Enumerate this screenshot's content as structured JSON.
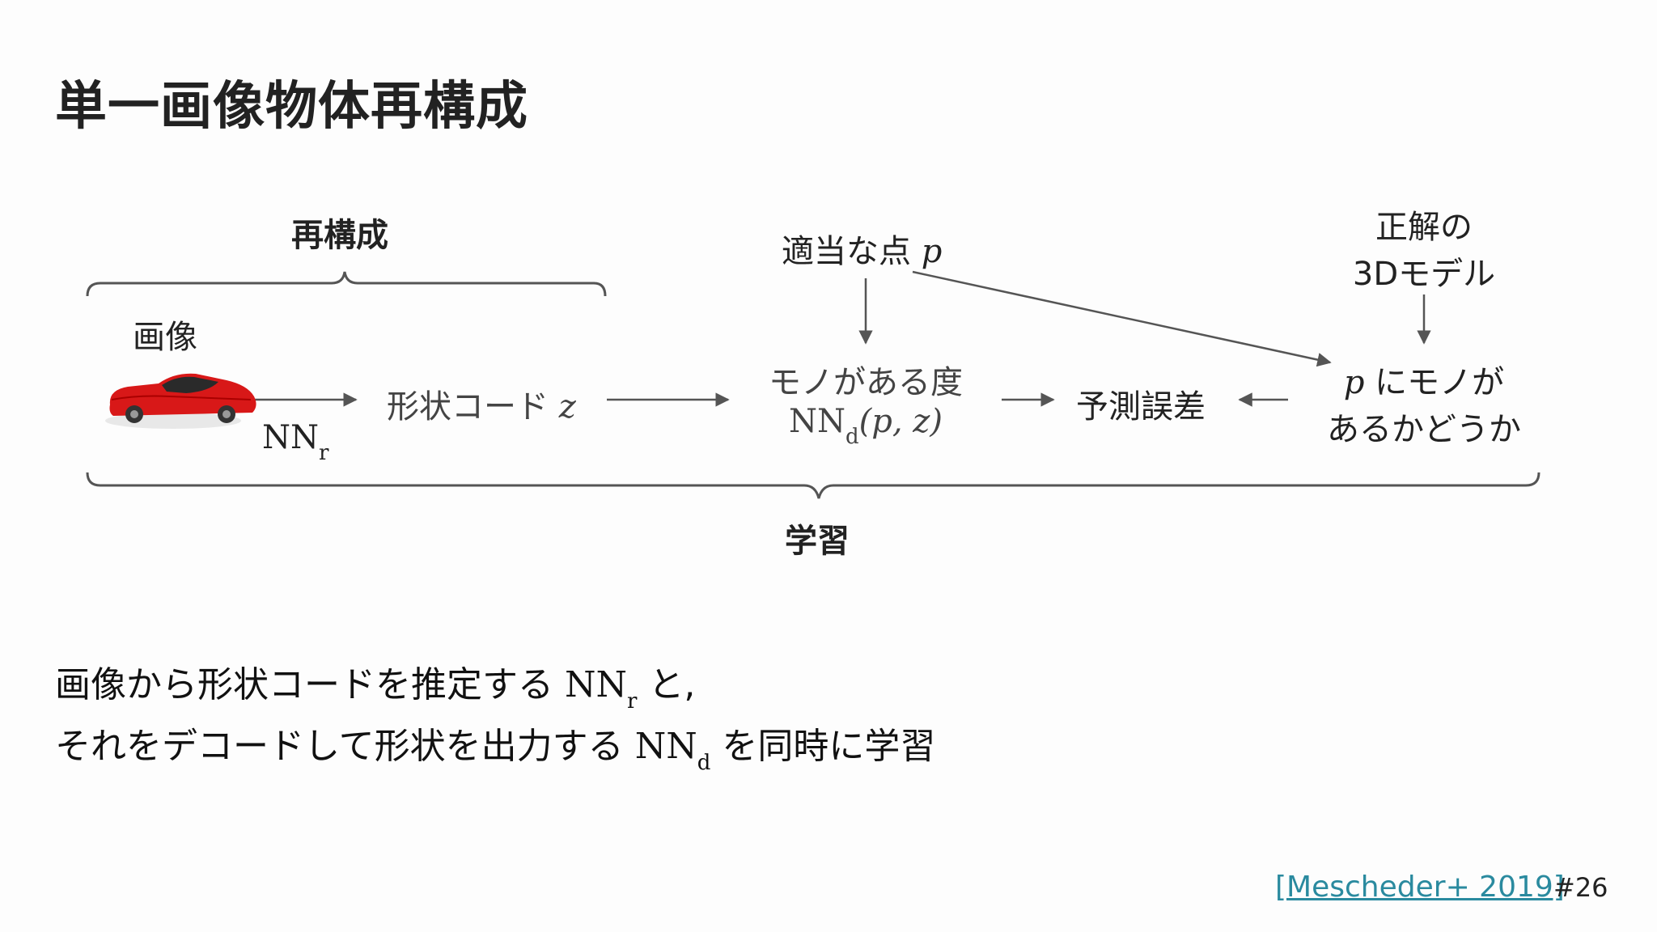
{
  "title": "単一画像物体再構成",
  "diagram": {
    "reconstruction_label": "再構成",
    "learning_label": "学習",
    "image_label": "画像",
    "nn_r": {
      "base": "NN",
      "sub": "r"
    },
    "shape_code": {
      "text": "形状コード",
      "var": "z"
    },
    "random_point": {
      "text": "適当な点",
      "var": "p"
    },
    "occupancy": {
      "line1": "モノがある度",
      "base": "NN",
      "sub": "d",
      "args": "(p, z)"
    },
    "prediction_error": "予測誤差",
    "ground_truth": {
      "line1": "正解の",
      "line2": "3Dモデル"
    },
    "object_at_p": {
      "var": "p",
      "line1_rest": "にモノが",
      "line2": "あるかどうか"
    }
  },
  "description": {
    "line1": {
      "pre": "画像から形状コードを推定する",
      "base": "NN",
      "sub": "r",
      "post": "と,"
    },
    "line2": {
      "pre": "それをデコードして形状を出力する",
      "base": "NN",
      "sub": "d",
      "post": "を同時に学習"
    }
  },
  "citation": "[Mescheder+ 2019]",
  "page_number": "#26",
  "colors": {
    "car_body": "#d81818",
    "accent_link": "#2a8a9f",
    "arrow": "#555555"
  }
}
